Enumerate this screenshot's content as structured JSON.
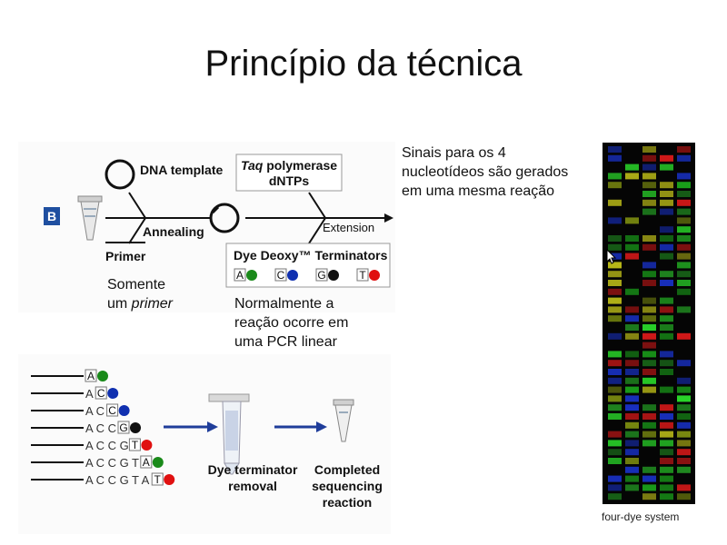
{
  "slide": {
    "title": "Princípio da técnica",
    "note_four_signals": "Sinais para os 4\nnucleotídeos são gerados\nem uma mesma reação",
    "note_one_primer_a": "Somente",
    "note_one_primer_b": "um ",
    "note_one_primer_c": "primer",
    "note_linear_pcr": "Normalmente a\nreação ocorre em\numa PCR linear",
    "gel_caption": "four-dye system"
  },
  "scheme_top": {
    "panel_letter": "B",
    "dna_template": "DNA template",
    "taq_italic": "Taq",
    "taq_rest": " polymerase",
    "dntps": "dNTPs",
    "annealing": "Annealing",
    "primer": "Primer",
    "extension": "Extension",
    "terminators_title": "Dye Deoxy™ Terminators",
    "terminators": [
      {
        "base": "A",
        "color": "#1a8a1a"
      },
      {
        "base": "C",
        "color": "#1030b0"
      },
      {
        "base": "G",
        "color": "#111111"
      },
      {
        "base": "T",
        "color": "#e01010"
      }
    ]
  },
  "scheme_bottom": {
    "fragments": [
      {
        "prefix": "",
        "last": "A",
        "color": "#1a8a1a"
      },
      {
        "prefix": "A",
        "last": "C",
        "color": "#1030b0"
      },
      {
        "prefix": "A C",
        "last": "C",
        "color": "#1030b0"
      },
      {
        "prefix": "A C C",
        "last": "G",
        "color": "#111111"
      },
      {
        "prefix": "A C C G",
        "last": "T",
        "color": "#e01010"
      },
      {
        "prefix": "A C C G T",
        "last": "A",
        "color": "#1a8a1a"
      },
      {
        "prefix": "A C C G T A",
        "last": "T",
        "color": "#e01010"
      }
    ],
    "step_removal_1": "Dye terminator",
    "step_removal_2": "removal",
    "step_done_1": "Completed",
    "step_done_2": "sequencing",
    "step_done_3": "reaction"
  },
  "colors": {
    "A": "#1a8a1a",
    "C": "#1030b0",
    "G": "#111111",
    "T": "#e01010",
    "arrow_blue": "#1f3d9a",
    "panel_letter_bg": "#1f4fa0"
  },
  "icons": [
    "tube-icon",
    "dna-circle-icon",
    "tube-column-icon",
    "cursor-icon"
  ]
}
